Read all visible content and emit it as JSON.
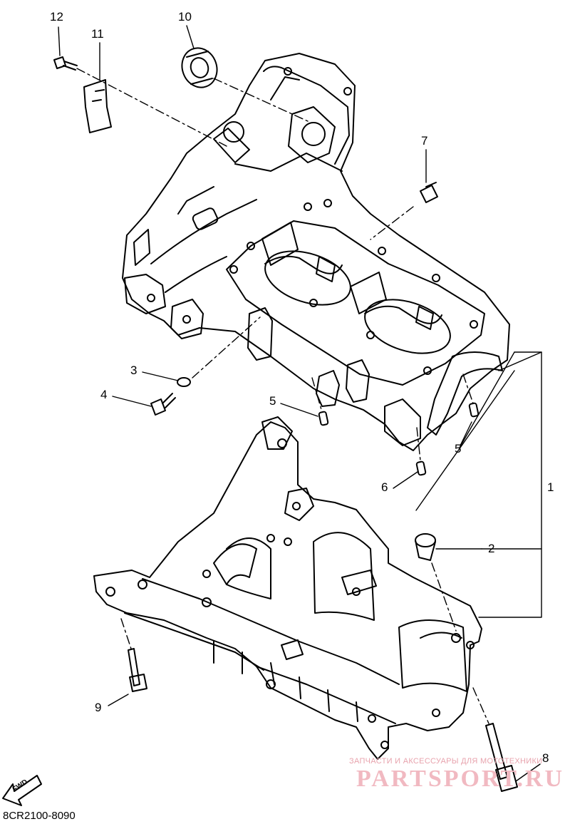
{
  "callouts": {
    "c1": "1",
    "c2": "2",
    "c3": "3",
    "c4": "4",
    "c5a": "5",
    "c5b": "5",
    "c6": "6",
    "c7": "7",
    "c8": "8",
    "c9": "9",
    "c10": "10",
    "c11": "11",
    "c12": "12"
  },
  "fwd_label": "FWD",
  "diagram_code": "8CR2100-8090",
  "watermark": {
    "tagline": "ЗАПЧАСТИ И АКСЕССУАРЫ ДЛЯ МОТОТЕХНИКИ",
    "brand": "PARTSPORT.RU"
  },
  "colors": {
    "line": "#000000",
    "watermark": "#f1b9c1"
  }
}
